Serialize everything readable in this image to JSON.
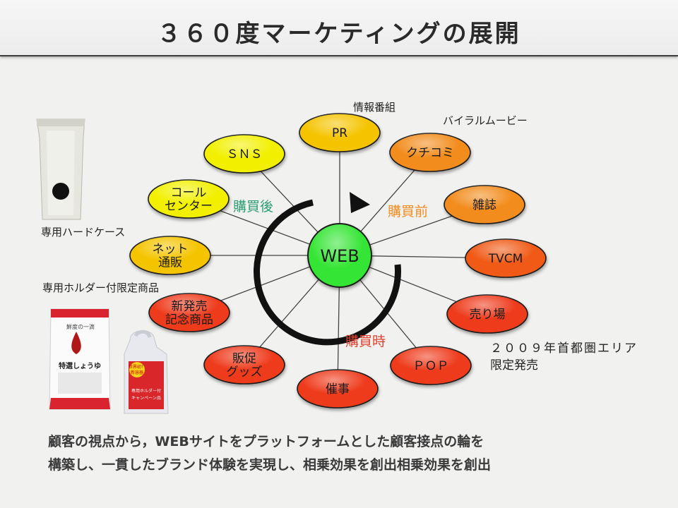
{
  "title": "３６０度マーケティングの展開",
  "hub": {
    "label": "WEB",
    "color": "#35e535"
  },
  "phases": {
    "after": {
      "label": "購買後",
      "color": "#2e9e75"
    },
    "before": {
      "label": "購買前",
      "color": "#f28c1e"
    },
    "during": {
      "label": "購買時",
      "color": "#e0402a"
    }
  },
  "nodes": [
    {
      "id": "pr",
      "lines": [
        "PR"
      ],
      "color": "#f5c400"
    },
    {
      "id": "sns",
      "lines": [
        "ＳＮＳ"
      ],
      "color": "#f2f000"
    },
    {
      "id": "call-center",
      "lines": [
        "コール",
        "センター"
      ],
      "color": "#f2f000"
    },
    {
      "id": "net-shop",
      "lines": [
        "ネット",
        "通販"
      ],
      "color": "#f5c400"
    },
    {
      "id": "anniversary",
      "lines": [
        "新発売",
        "記念商品"
      ],
      "color": "#ee3a1a"
    },
    {
      "id": "promo-goods",
      "lines": [
        "販促",
        "グッズ"
      ],
      "color": "#ee3a1a"
    },
    {
      "id": "event",
      "lines": [
        "催事"
      ],
      "color": "#ee3a1a"
    },
    {
      "id": "pop",
      "lines": [
        "ＰＯＰ"
      ],
      "color": "#ee3a1a"
    },
    {
      "id": "store",
      "lines": [
        "売り場"
      ],
      "color": "#ee3a1a"
    },
    {
      "id": "tvcm",
      "lines": [
        "TVCM"
      ],
      "color": "#f05a12"
    },
    {
      "id": "magazine",
      "lines": [
        "雑誌"
      ],
      "color": "#f28c1e"
    },
    {
      "id": "word-of-mouth",
      "lines": [
        "クチコミ"
      ],
      "color": "#f28c1e"
    }
  ],
  "notes": {
    "info_program": "情報番組",
    "viral_movie": "バイラルムービー",
    "area_limited": [
      "２００９年首都圏エリア",
      "限定発売"
    ],
    "hard_case": "専用ハードケース",
    "holder_product": "専用ホルダー付限定商品"
  },
  "products": {
    "pouch_text": [
      "鮮度の一滴",
      "特選しょうゆ"
    ],
    "bottle_text": [
      "世界初！",
      "新容器",
      "専用ホルダー付",
      "キャンペーン品"
    ]
  },
  "caption": [
    "顧客の視点から，WEBサイトをプラットフォームとした顧客接点の輪を",
    "構築し、一貫したブランド体験を実現し、相乗効果を創出相乗効果を創出"
  ]
}
